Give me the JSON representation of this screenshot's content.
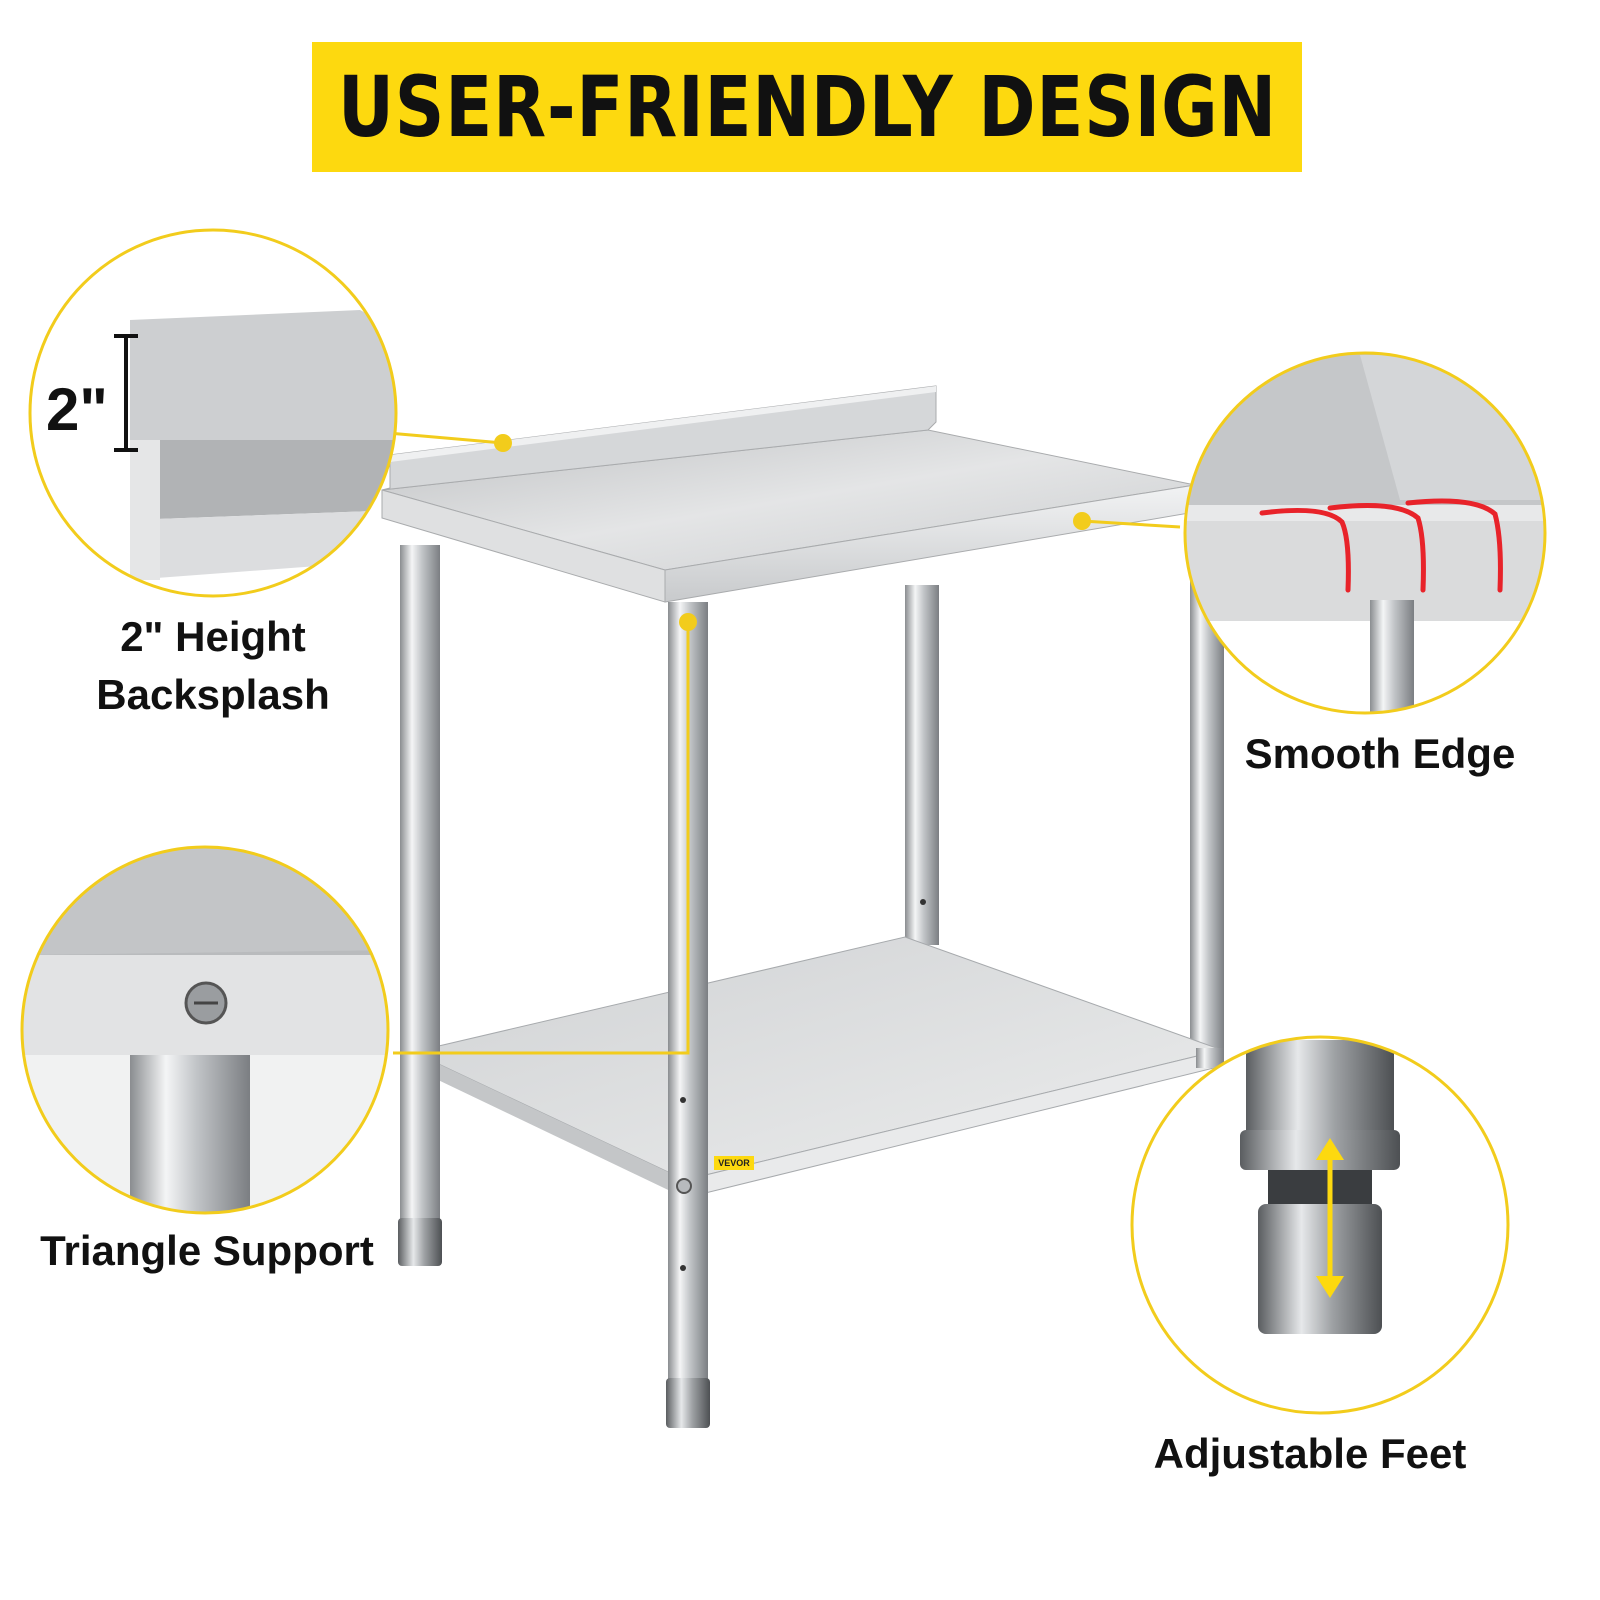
{
  "title": "USER-FRIENDLY DESIGN",
  "features": {
    "backsplash": {
      "label_line1": "2\" Height",
      "label_line2": "Backsplash",
      "dimension": "2\""
    },
    "smooth_edge": {
      "label": "Smooth Edge"
    },
    "triangle_support": {
      "label": "Triangle Support"
    },
    "adjustable_feet": {
      "label": "Adjustable Feet"
    }
  },
  "brand_badge": "VEVOR",
  "colors": {
    "accent": "#fdd90f",
    "callout_line": "#f2cc1c",
    "edge_highlight": "#e8232a",
    "text": "#111111"
  }
}
